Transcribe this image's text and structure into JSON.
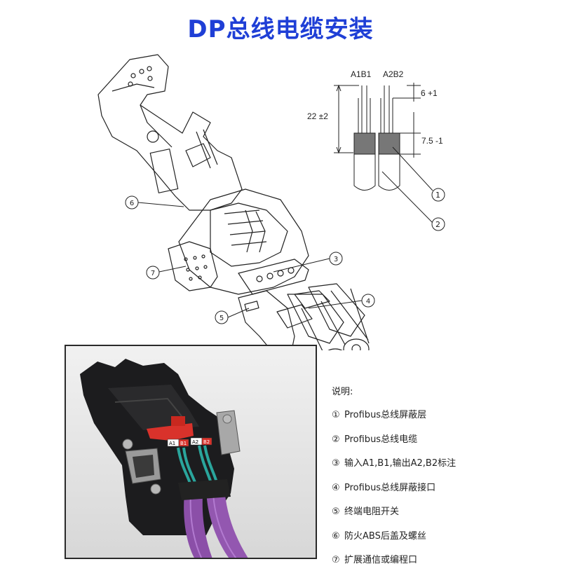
{
  "title": "DP总线电缆安装",
  "title_color": "#1f3fd6",
  "dimensions": {
    "label_a1b1": "A1B1",
    "label_a2b2": "A2B2",
    "dim_22": "22 ±2",
    "dim_6": "6 +1",
    "dim_7_5": "7.5 -1",
    "callout_1": "①",
    "callout_2": "②"
  },
  "callouts": [
    "①",
    "②",
    "③",
    "④",
    "⑤",
    "⑥",
    "⑦"
  ],
  "photo": {
    "tag_a1": "A1",
    "tag_b1": "B1",
    "tag_a2": "A2",
    "tag_b2": "B2"
  },
  "legend": {
    "heading": "说明:",
    "items": [
      {
        "num": "①",
        "text": "Profibus总线屏蔽层"
      },
      {
        "num": "②",
        "text": "Profibus总线电缆"
      },
      {
        "num": "③",
        "text": "输入A1,B1,输出A2,B2标注"
      },
      {
        "num": "④",
        "text": "Profibus总线屏蔽接口"
      },
      {
        "num": "⑤",
        "text": "终端电阻开关"
      },
      {
        "num": "⑥",
        "text": "防火ABS后盖及螺丝"
      },
      {
        "num": "⑦",
        "text": "扩展通信或编程口"
      }
    ]
  }
}
